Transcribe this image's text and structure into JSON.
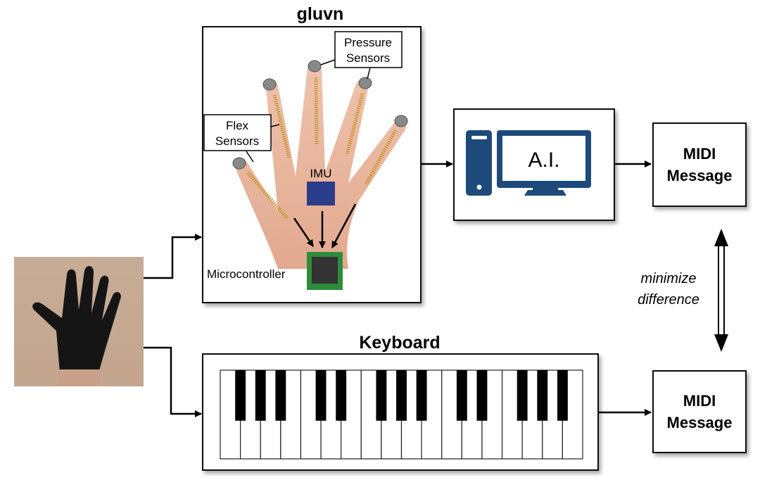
{
  "gluvn": {
    "title": "gluvn",
    "pressure_label_1": "Pressure",
    "pressure_label_2": "Sensors",
    "flex_label_1": "Flex",
    "flex_label_2": "Sensors",
    "imu_label": "IMU",
    "microcontroller_label": "Microcontroller"
  },
  "ai": {
    "label": "A.I.",
    "icon": "desktop-computer-icon",
    "color": "#1d4a7a"
  },
  "midi_top": {
    "line1": "MIDI",
    "line2": "Message"
  },
  "midi_bottom": {
    "line1": "MIDI",
    "line2": "Message"
  },
  "comparison": {
    "line1": "minimize",
    "line2": "difference"
  },
  "keyboard": {
    "title": "Keyboard",
    "white_keys": 18,
    "black_key_after_white": [
      1,
      2,
      3,
      5,
      6,
      8,
      9,
      10,
      12,
      13,
      15,
      16,
      17
    ]
  }
}
